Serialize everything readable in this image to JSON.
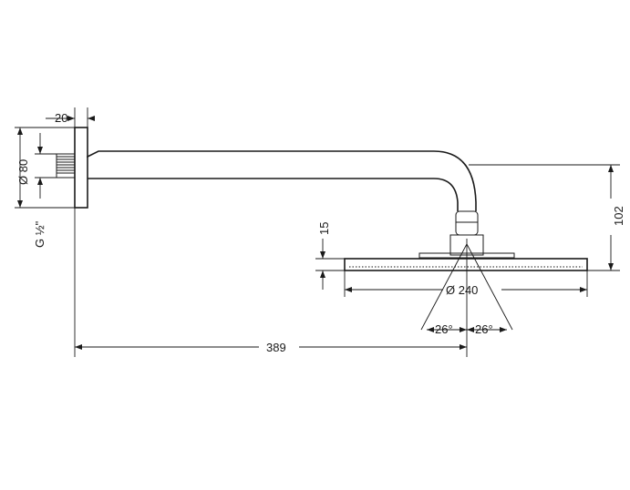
{
  "dimensions": {
    "flange_width": "20",
    "flange_diameter": "Ø 80",
    "thread": "G ½\"",
    "head_height": "15",
    "head_diameter": "Ø 240",
    "angle_left": "26°",
    "angle_right": "26°",
    "projection": "389",
    "drop": "102"
  },
  "colors": {
    "line": "#1a1a1a",
    "background": "#ffffff"
  }
}
